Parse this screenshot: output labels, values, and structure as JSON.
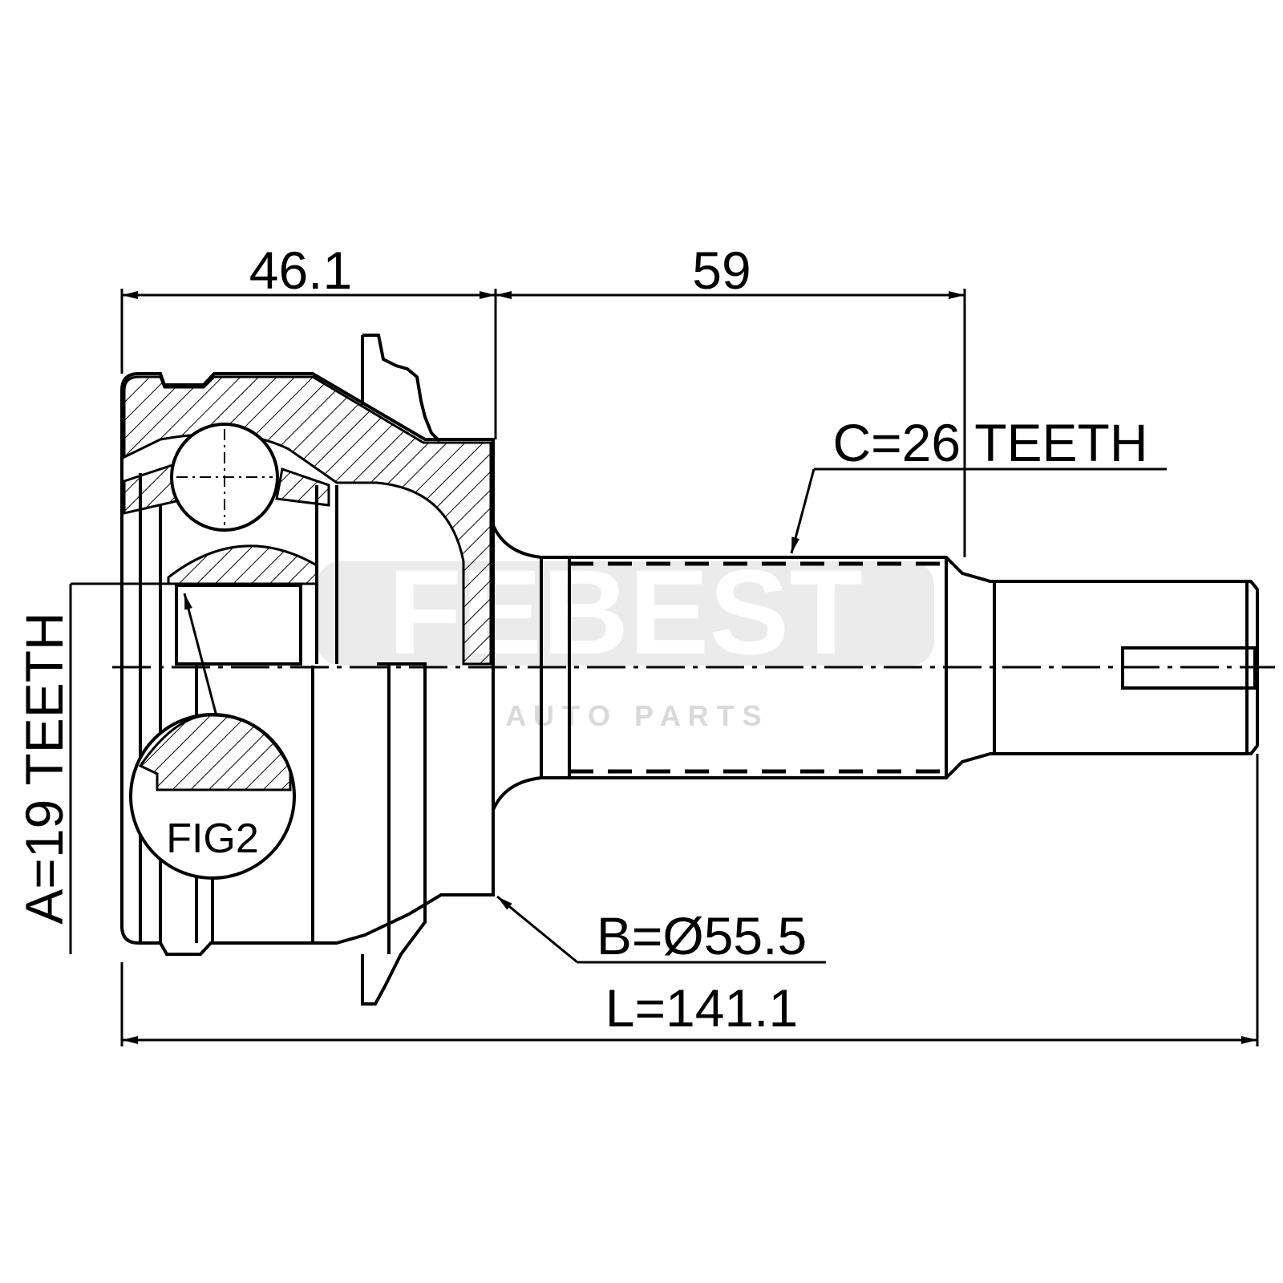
{
  "brand": {
    "logo_text": "FEBEST",
    "logo_subtext": "A U T O   P A R T S"
  },
  "dimensions": {
    "outer_length_label": "46.1",
    "shaft_length_label": "59",
    "spline_c_label": "C=26 TEETH",
    "spline_a_label": "A=19 TEETH",
    "diameter_b_label": "B=Ø55.5",
    "total_length_label": "L=141.1"
  },
  "callouts": {
    "detail_label": "FIG2"
  },
  "colors": {
    "line": "#000000",
    "background": "#ffffff",
    "watermark": "#d9d9d9"
  }
}
